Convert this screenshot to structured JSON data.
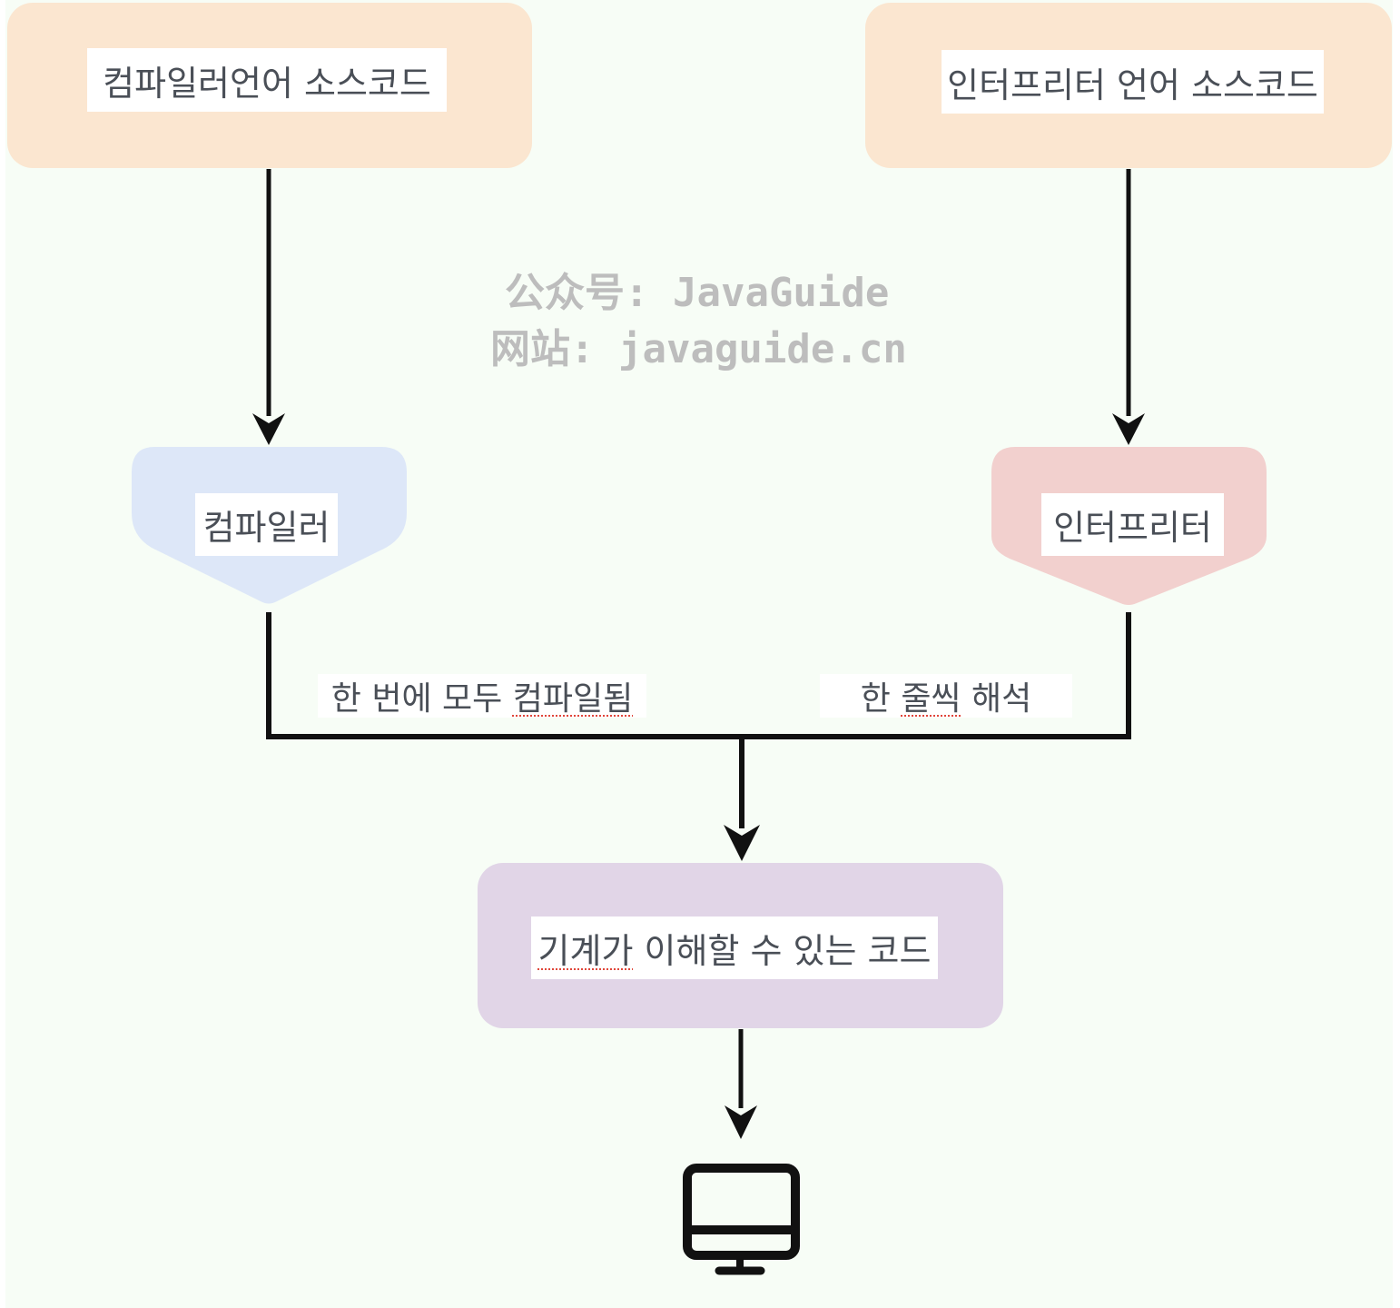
{
  "nodes": {
    "compiled_source": {
      "label": "컴파일러언어 소스코드",
      "color": "#fbe6d0"
    },
    "interpreted_source": {
      "label": "인터프리터 언어 소스코드",
      "color": "#fbe6d0"
    },
    "compiler": {
      "label": "컴파일러",
      "color": "#dde7f8"
    },
    "interpreter": {
      "label": "인터프리터",
      "color": "#f2d0ce"
    },
    "machine_code": {
      "label_part1": "기계가",
      "label_part2": " 이해할 수 있는 코드",
      "color": "#e1d5e7"
    },
    "computer": {
      "icon": "monitor-icon"
    }
  },
  "edges": {
    "compiler_out": {
      "label_part1": "한 번에 모두 ",
      "label_part2": "컴파일됨"
    },
    "interpreter_out": {
      "label_part1": "한 ",
      "label_part2": "줄씩",
      "label_part3": " 해석"
    }
  },
  "watermark": {
    "line1": "公众号: JavaGuide",
    "line2": "网站: javaguide.cn"
  },
  "colors": {
    "background": "#f7fdf6",
    "arrow": "#111111",
    "text": "#4a4f57",
    "watermark": "#bdbdbd"
  }
}
